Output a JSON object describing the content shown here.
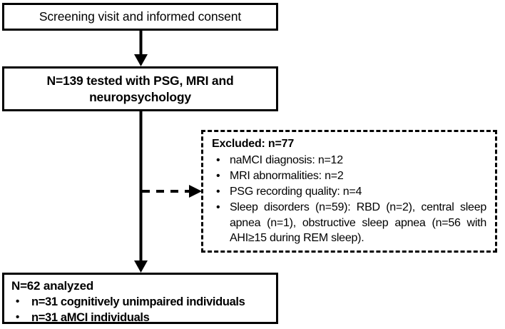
{
  "diagram": {
    "type": "participant-flow-chart",
    "nodes": {
      "screening": {
        "text": "Screening visit and informed consent"
      },
      "tested": {
        "line1": "N=139 tested with PSG, MRI and",
        "line2": "neuropsychology"
      },
      "excluded": {
        "heading": "Excluded: n=77",
        "bullets": [
          "naMCI diagnosis: n=12",
          "MRI abnormalities: n=2",
          "PSG recording quality: n=4",
          "Sleep disorders (n=59): RBD (n=2), central sleep apnea (n=1), obstructive sleep apnea (n=56 with AHI≥15 during REM sleep)."
        ],
        "bullet_glyph": "•"
      },
      "analyzed": {
        "heading": "N=62 analyzed",
        "bullets": [
          "n=31 cognitively unimpaired individuals",
          "n=31 aMCI individuals"
        ],
        "bullet_glyph": "•"
      }
    },
    "connectors": {
      "screening_to_tested": "solid-arrow-down",
      "tested_to_analyzed": "solid-arrow-down",
      "tested_to_excluded": "dashed-arrow-right"
    },
    "colors": {
      "stroke": "#000000",
      "fill": "#ffffff",
      "text": "#000000"
    }
  }
}
